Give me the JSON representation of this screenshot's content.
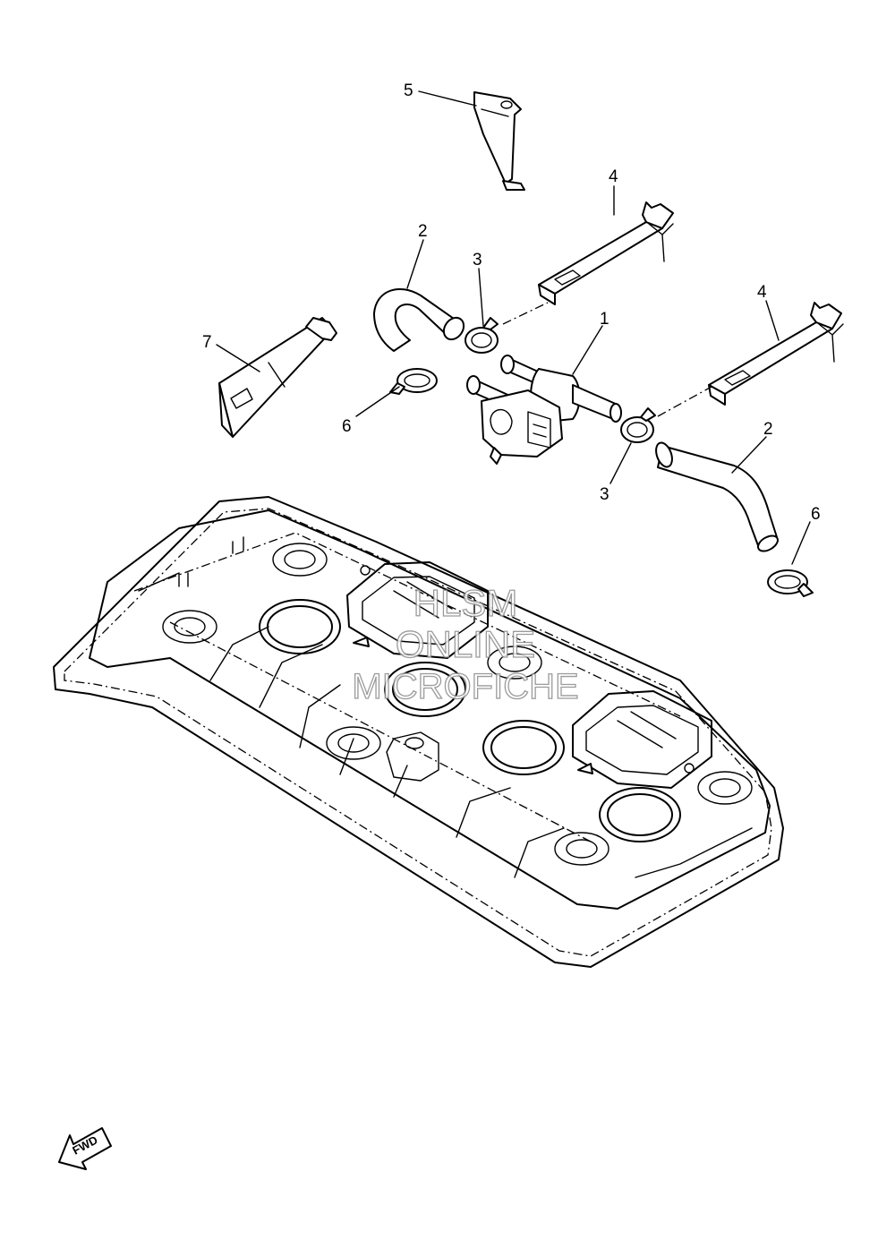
{
  "callouts": {
    "c1": "1",
    "c2a": "2",
    "c2b": "2",
    "c3a": "3",
    "c3b": "3",
    "c4a": "4",
    "c4b": "4",
    "c5": "5",
    "c6a": "6",
    "c6b": "6",
    "c7": "7"
  },
  "watermark": {
    "line1": "HLSM",
    "line2": "ONLINE",
    "line3": "MICROFICHE"
  },
  "direction_marker": {
    "label": "FWD"
  }
}
